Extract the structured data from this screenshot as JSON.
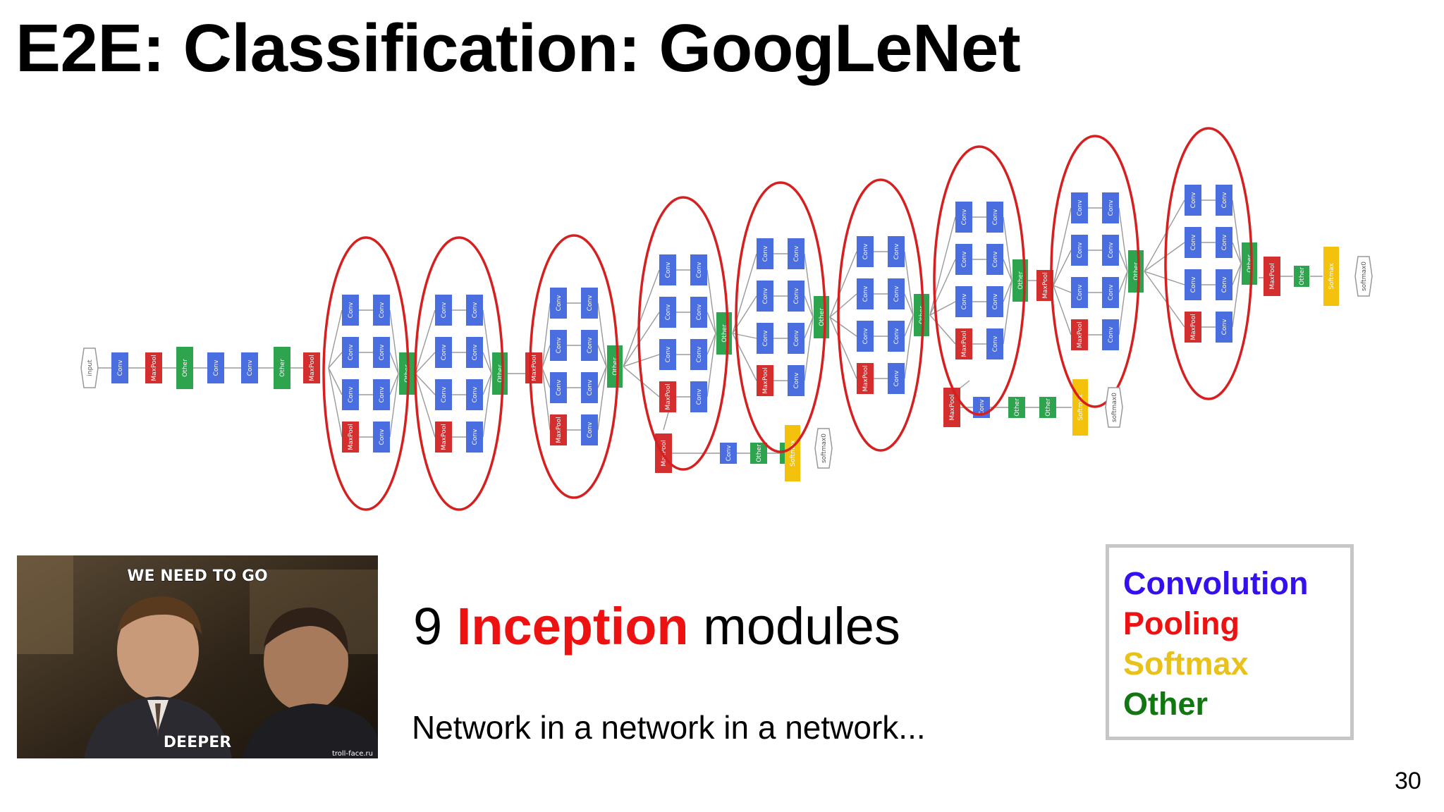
{
  "slide": {
    "title": "E2E: Classification: GoogLeNet",
    "page_number": "30"
  },
  "diagram": {
    "input_label": "input",
    "softmax_label": "softmax0",
    "node_types": {
      "conv": "Conv",
      "pool": "MaxPool",
      "other": "Other",
      "softmax": "Softmax"
    },
    "inception_module_count": 9
  },
  "meme": {
    "top_text": "WE NEED TO GO",
    "bottom_text": "DEEPER",
    "watermark": "troll-face.ru"
  },
  "caption": {
    "number": "9",
    "highlight": "Inception",
    "rest": "modules",
    "highlight_color": "#ee1111",
    "subtitle": "Network in a network in a network..."
  },
  "legend": {
    "items": [
      {
        "label": "Convolution",
        "color": "#3311ee"
      },
      {
        "label": "Pooling",
        "color": "#ee1111"
      },
      {
        "label": "Softmax",
        "color": "#e8c21a"
      },
      {
        "label": "Other",
        "color": "#117711"
      }
    ]
  },
  "colors": {
    "conv": "#4a6ee0",
    "pool": "#d32f2f",
    "softmax": "#f4c20d",
    "other": "#2ea44f",
    "module_ring": "#d61f1f"
  }
}
